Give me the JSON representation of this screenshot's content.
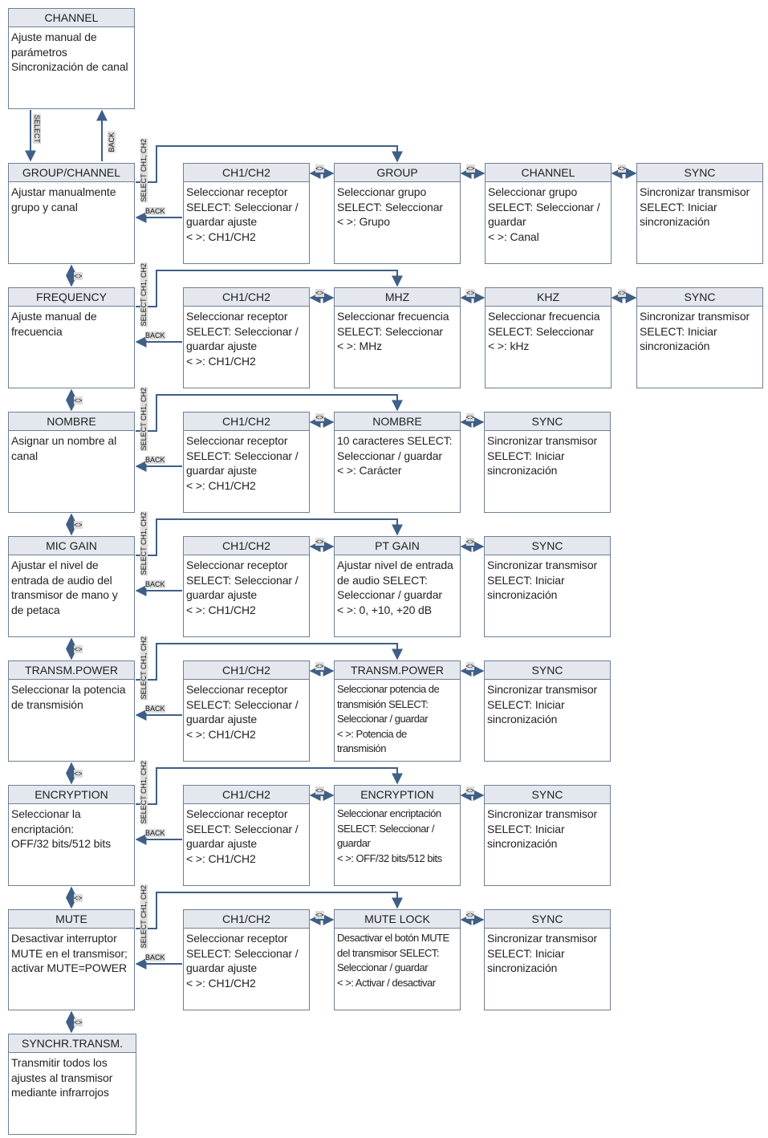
{
  "labels": {
    "select": "SELECT",
    "back": "BACK",
    "nav": "<>",
    "select_ch": "SELECT\nCH1, CH2"
  },
  "top": {
    "title": "CHANNEL",
    "text": "Ajuste manual de parámetros Sincronización de canal"
  },
  "final": {
    "title": "SYNCHR.TRANSM.",
    "text": "Transmitir todos los ajustes al transmisor mediante infrarrojos"
  },
  "rows": [
    {
      "main": {
        "title": "GROUP/CHANNEL",
        "text": "Ajustar manualmente grupo y canal"
      },
      "subs": [
        {
          "title": "CH1/CH2",
          "text": "Seleccionar receptor SELECT: Seleccionar / guardar ajuste\n< >: CH1/CH2"
        },
        {
          "title": "GROUP",
          "text": "Seleccionar grupo SELECT: Seleccionar\n< >: Grupo"
        },
        {
          "title": "CHANNEL",
          "text": "Seleccionar grupo SELECT: Seleccionar / guardar\n< >: Canal"
        },
        {
          "title": "SYNC",
          "text": "Sincronizar transmisor SELECT: Iniciar sincronización"
        }
      ]
    },
    {
      "main": {
        "title": "FREQUENCY",
        "text": "Ajuste manual de frecuencia"
      },
      "subs": [
        {
          "title": "CH1/CH2",
          "text": "Seleccionar receptor SELECT: Seleccionar / guardar ajuste\n< >: CH1/CH2"
        },
        {
          "title": "MHZ",
          "text": "Seleccionar frecuencia SELECT: Seleccionar\n< >: MHz"
        },
        {
          "title": "KHZ",
          "text": "Seleccionar frecuencia SELECT: Seleccionar\n< >: kHz"
        },
        {
          "title": "SYNC",
          "text": "Sincronizar transmisor SELECT: Iniciar sincronización"
        }
      ]
    },
    {
      "main": {
        "title": "NOMBRE",
        "text": "Asignar un nombre al canal"
      },
      "subs": [
        {
          "title": "CH1/CH2",
          "text": "Seleccionar receptor SELECT: Seleccionar / guardar ajuste\n< >: CH1/CH2"
        },
        {
          "title": "NOMBRE",
          "text": "10 caracteres SELECT: Seleccionar / guardar\n< >: Carácter"
        },
        {
          "title": "SYNC",
          "text": "Sincronizar transmisor SELECT: Iniciar sincronización"
        }
      ]
    },
    {
      "main": {
        "title": "MIC GAIN",
        "text": "Ajustar el nivel de entrada de audio del transmisor de mano y de petaca"
      },
      "subs": [
        {
          "title": "CH1/CH2",
          "text": "Seleccionar receptor SELECT: Seleccionar / guardar ajuste\n< >: CH1/CH2"
        },
        {
          "title": "PT GAIN",
          "text": "Ajustar nivel de entrada de audio SELECT: Seleccionar / guardar\n< >: 0, +10, +20 dB"
        },
        {
          "title": "SYNC",
          "text": "Sincronizar transmisor SELECT: Iniciar sincronización"
        }
      ]
    },
    {
      "main": {
        "title": "TRANSM.POWER",
        "text": "Seleccionar la potencia de transmisión"
      },
      "subs": [
        {
          "title": "CH1/CH2",
          "text": "Seleccionar receptor SELECT: Seleccionar / guardar ajuste\n< >: CH1/CH2"
        },
        {
          "title": "TRANSM.POWER",
          "text": "Seleccionar potencia de transmisión SELECT: Seleccionar / guardar\n< >: Potencia de transmisión"
        },
        {
          "title": "SYNC",
          "text": "Sincronizar transmisor SELECT: Iniciar sincronización"
        }
      ]
    },
    {
      "main": {
        "title": "ENCRYPTION",
        "text": "Seleccionar la encriptación:\nOFF/32 bits/512 bits"
      },
      "subs": [
        {
          "title": "CH1/CH2",
          "text": "Seleccionar receptor SELECT: Seleccionar / guardar ajuste\n< >: CH1/CH2"
        },
        {
          "title": "ENCRYPTION",
          "text": "Seleccionar encriptación SELECT: Seleccionar / guardar\n< >: OFF/32 bits/512 bits"
        },
        {
          "title": "SYNC",
          "text": "Sincronizar transmisor SELECT: Iniciar sincronización"
        }
      ]
    },
    {
      "main": {
        "title": "MUTE",
        "text": "Desactivar interruptor MUTE en el transmisor; activar MUTE=POWER"
      },
      "subs": [
        {
          "title": "CH1/CH2",
          "text": "Seleccionar receptor SELECT: Seleccionar / guardar ajuste\n< >: CH1/CH2"
        },
        {
          "title": "MUTE LOCK",
          "text": "Desactivar el botón MUTE del transmisor SELECT: Seleccionar / guardar\n< >: Activar / desactivar"
        },
        {
          "title": "SYNC",
          "text": "Sincronizar transmisor SELECT: Iniciar sincronización"
        }
      ]
    }
  ]
}
